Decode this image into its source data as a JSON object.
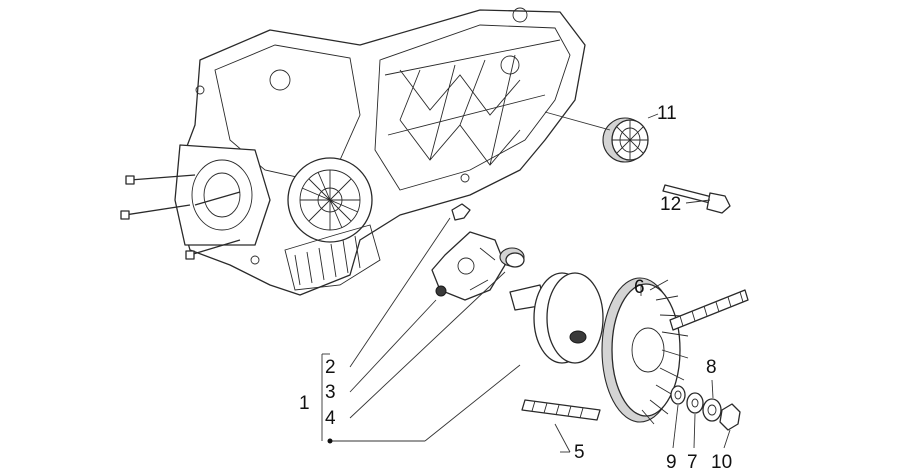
{
  "callouts": {
    "c1": "1",
    "c2": "2",
    "c3": "3",
    "c4": "4",
    "c5": "5",
    "c6": "6",
    "c7": "7",
    "c8": "8",
    "c9": "9",
    "c10": "10",
    "c11": "11",
    "c12": "12"
  },
  "colors": {
    "line": "#2a2a2a",
    "background": "#ffffff",
    "shading": "#d4d4d4"
  }
}
